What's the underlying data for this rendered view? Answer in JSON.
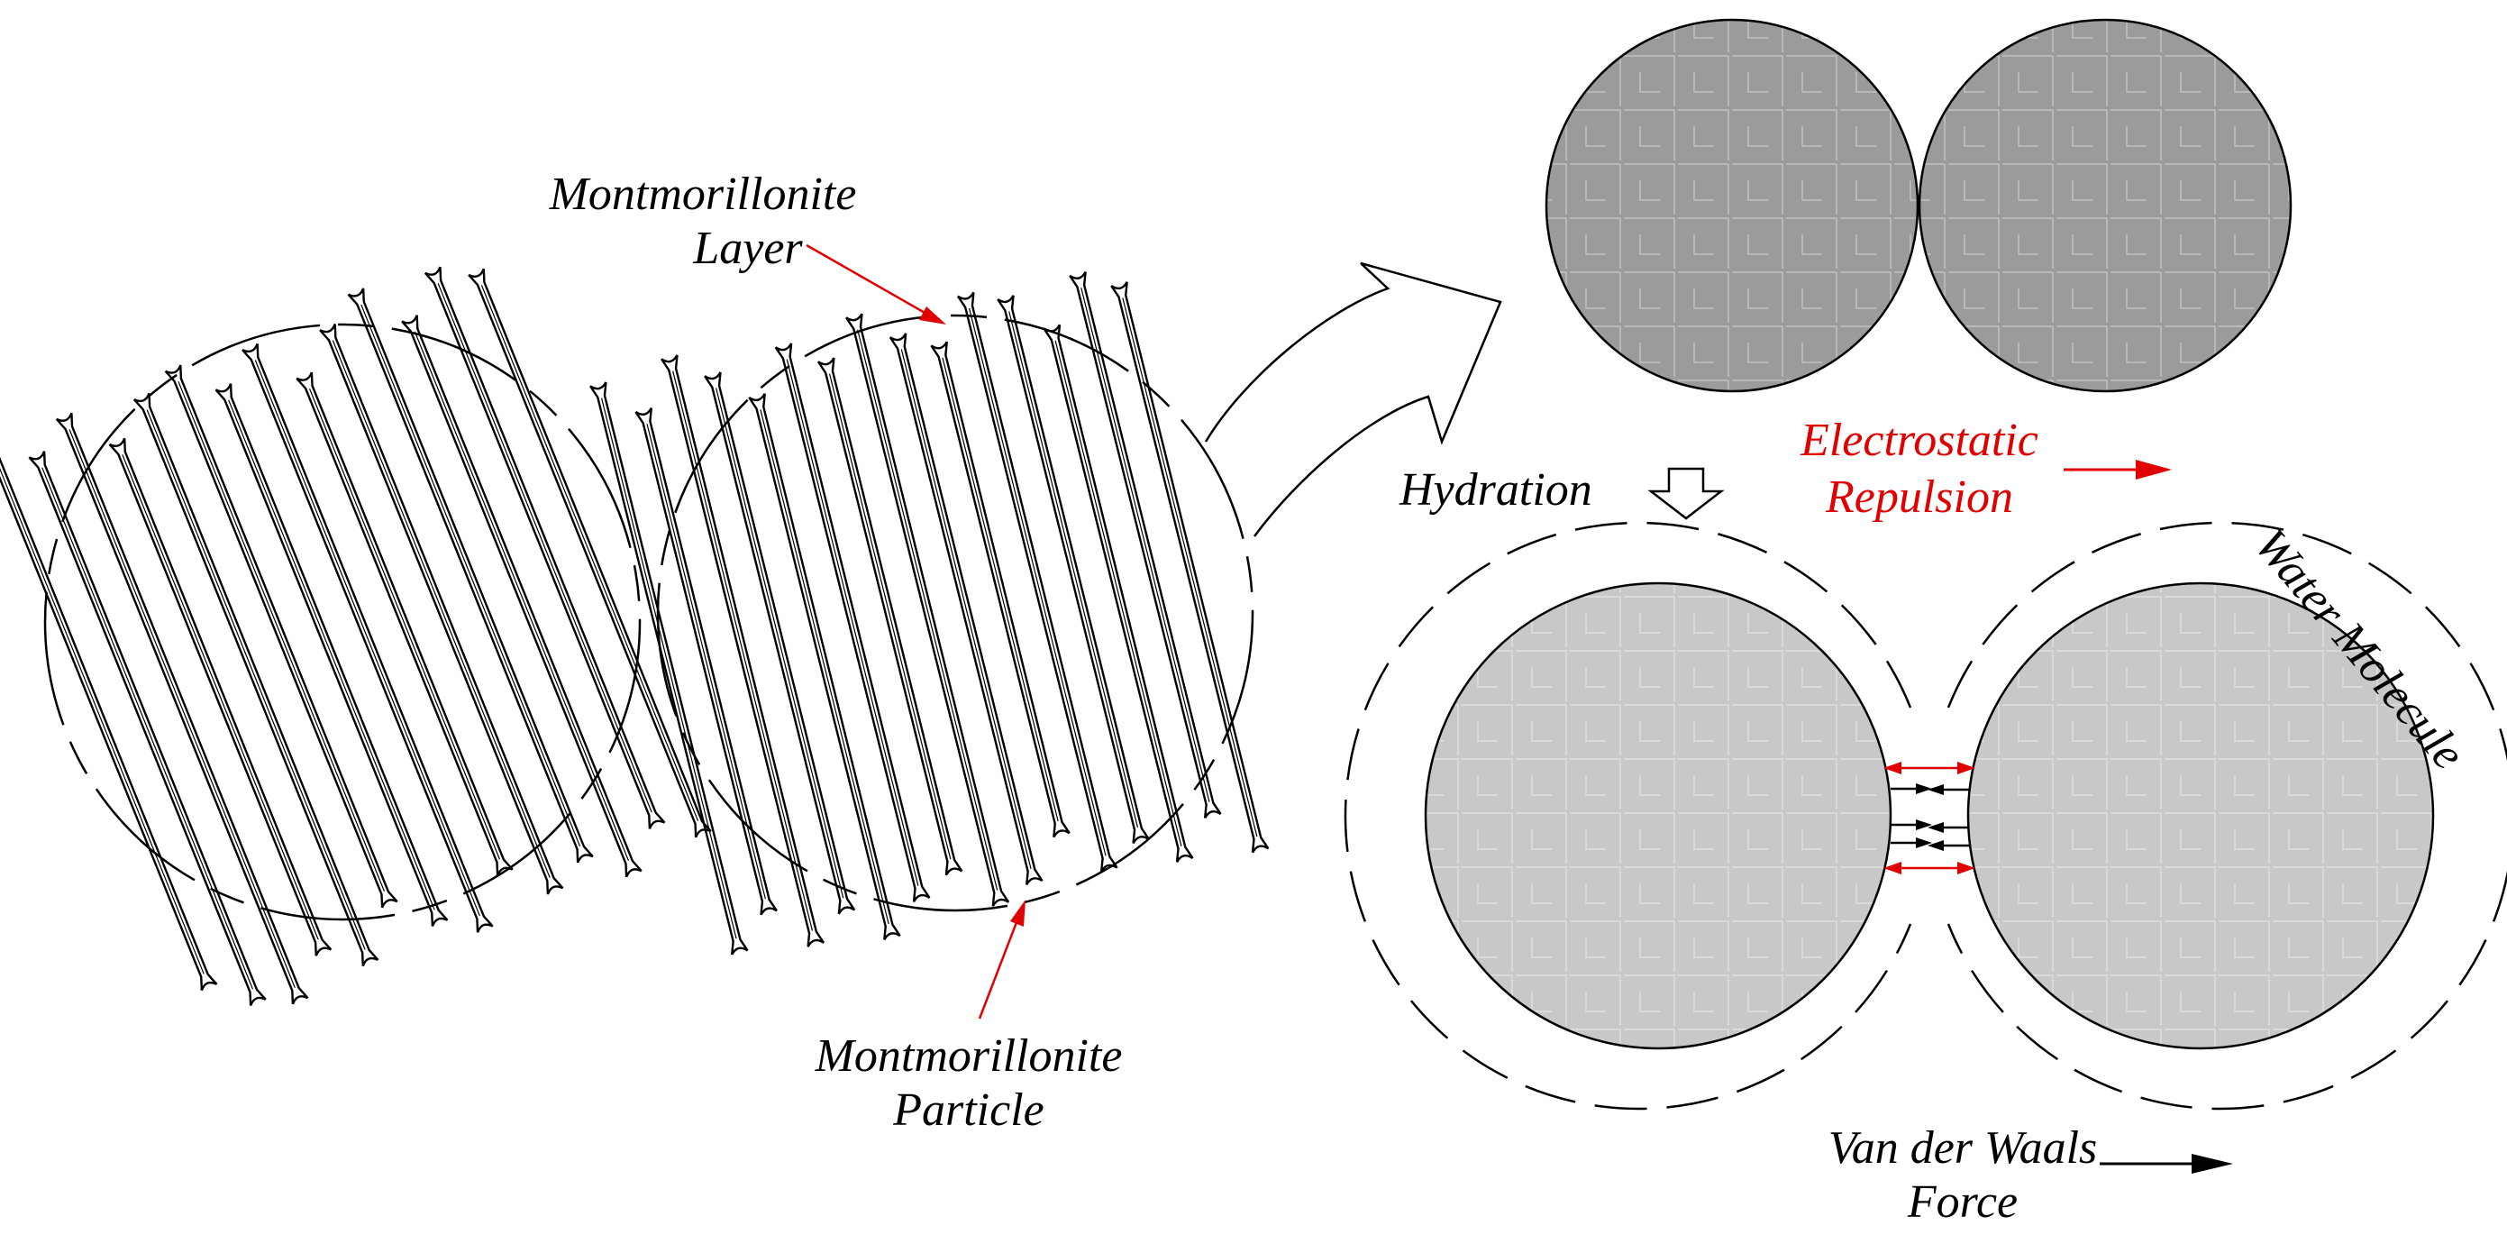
{
  "labels": {
    "layer_line1": "Montmorillonite",
    "layer_line2": "Layer",
    "particle_line1": "Montmorillonite",
    "particle_line2": "Particle",
    "hydration": "Hydration",
    "electrostatic_line1": "Electrostatic",
    "electrostatic_line2": "Repulsion",
    "water_molecule": "Water Molecule",
    "vdw_line1": "Van der Waals",
    "vdw_line2": "Force"
  },
  "colors": {
    "line": "#000000",
    "callout": "#e00000",
    "dry_particle_fill": "#9b9b9b",
    "hydrated_particle_fill": "#c8c8c8",
    "texture": "#d9d9d9"
  },
  "icons": [
    "large-curved-arrow-icon",
    "hydration-down-arrow-icon",
    "legend-arrow-icon"
  ]
}
